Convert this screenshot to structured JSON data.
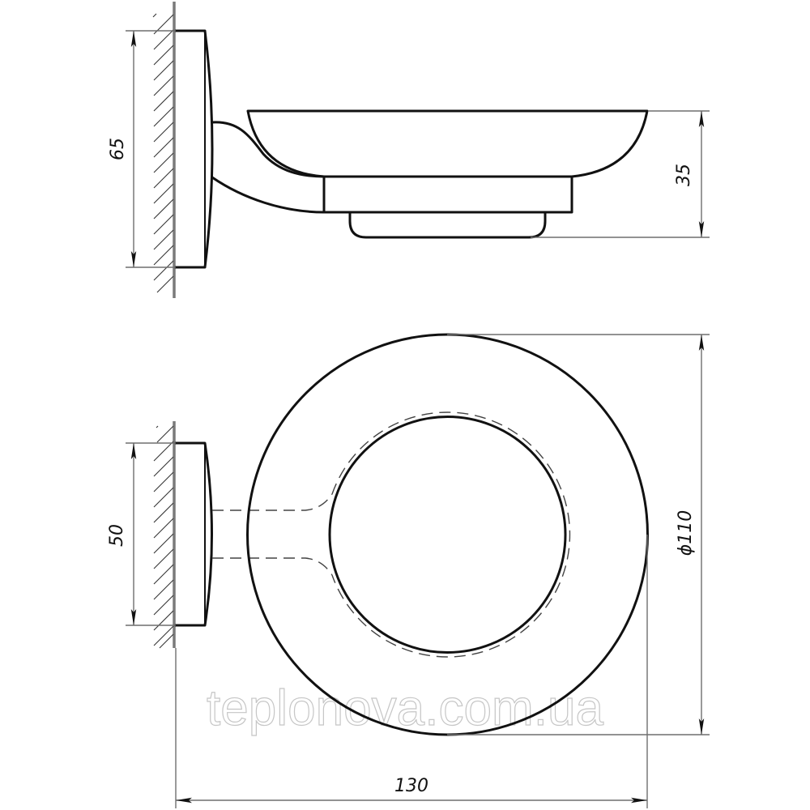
{
  "drawing": {
    "subject": "Wall-mounted soap dish holder",
    "views": {
      "side_view": {
        "dimensions": {
          "backplate_height": "65",
          "dish_height": "35"
        }
      },
      "front_view": {
        "dimensions": {
          "backplate_width": "50",
          "dish_diameter": "ϕ110",
          "total_projection": "130"
        }
      }
    },
    "units": "mm",
    "colors": {
      "outline": "#111111",
      "dimension_line": "#6f6f6f",
      "wall": "#7a7a7a",
      "watermark_stroke": "#c6c6c6"
    }
  },
  "watermark": "teplonova.com.ua"
}
